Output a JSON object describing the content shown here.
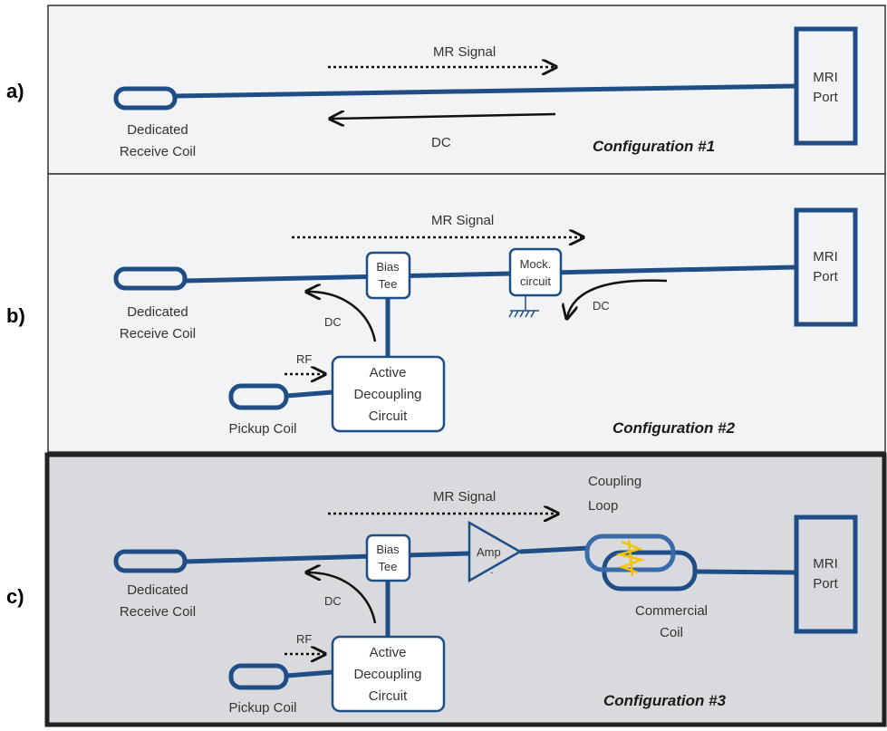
{
  "colors": {
    "wire": "#1f4e86",
    "panel_bg": "#f2f3f5",
    "panel_bg_selected": "#d9dadd",
    "arrow": "#111111",
    "spark": "#f2c300"
  },
  "panels": {
    "a": {
      "letter": "a)",
      "mr_signal": "MR Signal",
      "dc": "DC",
      "coil_label_1": "Dedicated",
      "coil_label_2": "Receive Coil",
      "port_line_1": "MRI",
      "port_line_2": "Port",
      "config": "Configuration #1"
    },
    "b": {
      "letter": "b)",
      "mr_signal": "MR Signal",
      "coil_label_1": "Dedicated",
      "coil_label_2": "Receive Coil",
      "bias_1": "Bias",
      "bias_2": "Tee",
      "dc_left": "DC",
      "mock_1": "Mock.",
      "mock_2": "circuit",
      "dc_right": "DC",
      "port_line_1": "MRI",
      "port_line_2": "Port",
      "rf": "RF",
      "adc_1": "Active",
      "adc_2": "Decoupling",
      "adc_3": "Circuit",
      "pickup": "Pickup Coil",
      "config": "Configuration #2"
    },
    "c": {
      "letter": "c)",
      "mr_signal": "MR Signal",
      "coil_label_1": "Dedicated",
      "coil_label_2": "Receive Coil",
      "bias_1": "Bias",
      "bias_2": "Tee",
      "dc_left": "DC",
      "amp": "Amp",
      "amp_dot": ".",
      "coupling_1": "Coupling",
      "coupling_2": "Loop",
      "commercial_1": "Commercial",
      "commercial_2": "Coil",
      "port_line_1": "MRI",
      "port_line_2": "Port",
      "rf": "RF",
      "adc_1": "Active",
      "adc_2": "Decoupling",
      "adc_3": "Circuit",
      "pickup": "Pickup Coil",
      "config": "Configuration #3"
    }
  }
}
